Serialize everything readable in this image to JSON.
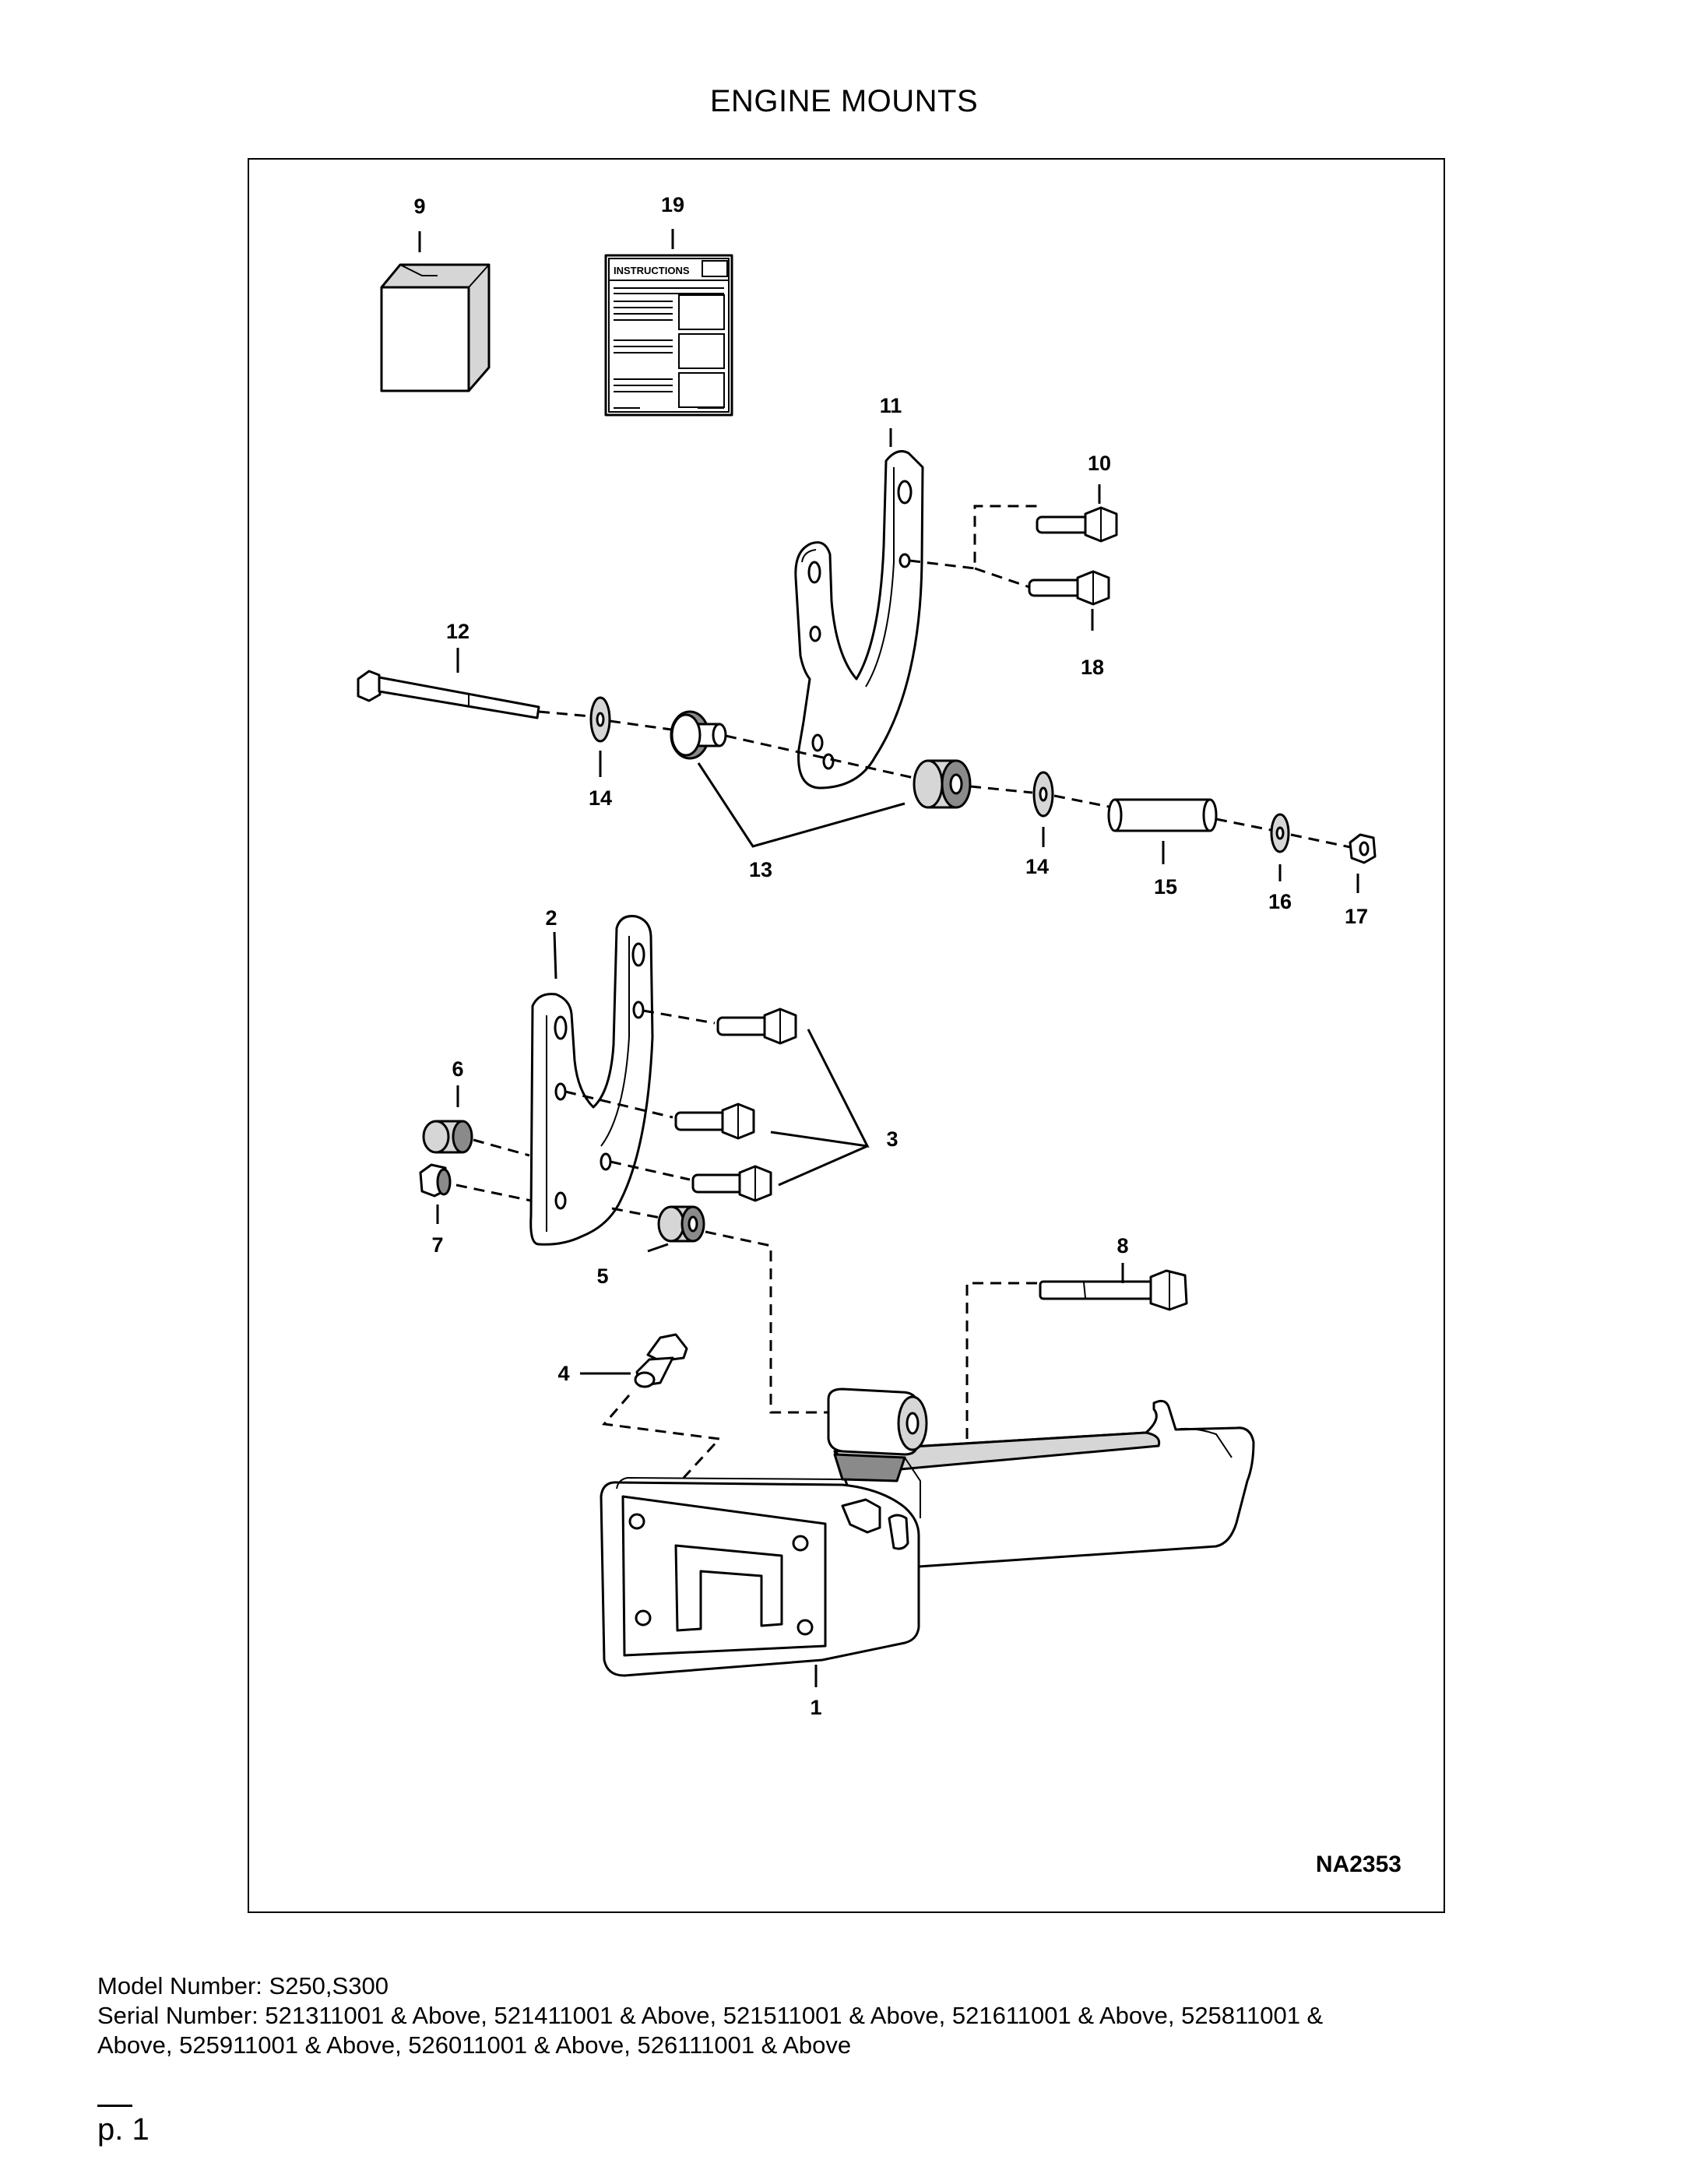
{
  "title": "ENGINE MOUNTS",
  "diagram": {
    "drawing_code": "NA2353",
    "instructions_label": "INSTRUCTIONS",
    "callouts": {
      "c1": "1",
      "c2": "2",
      "c3": "3",
      "c4": "4",
      "c5": "5",
      "c6": "6",
      "c7": "7",
      "c8": "8",
      "c9": "9",
      "c10": "10",
      "c11": "11",
      "c12": "12",
      "c13": "13",
      "c14a": "14",
      "c14b": "14",
      "c15": "15",
      "c16": "16",
      "c17": "17",
      "c18": "18",
      "c19": "19"
    }
  },
  "footer": {
    "model": "Model Number: S250,S300",
    "serial_line1": "Serial Number: 521311001 & Above, 521411001 & Above, 521511001 & Above, 521611001 & Above, 525811001 &",
    "serial_line2": "Above, 525911001 & Above, 526011001 & Above, 526111001 & Above",
    "page": "p. 1"
  }
}
